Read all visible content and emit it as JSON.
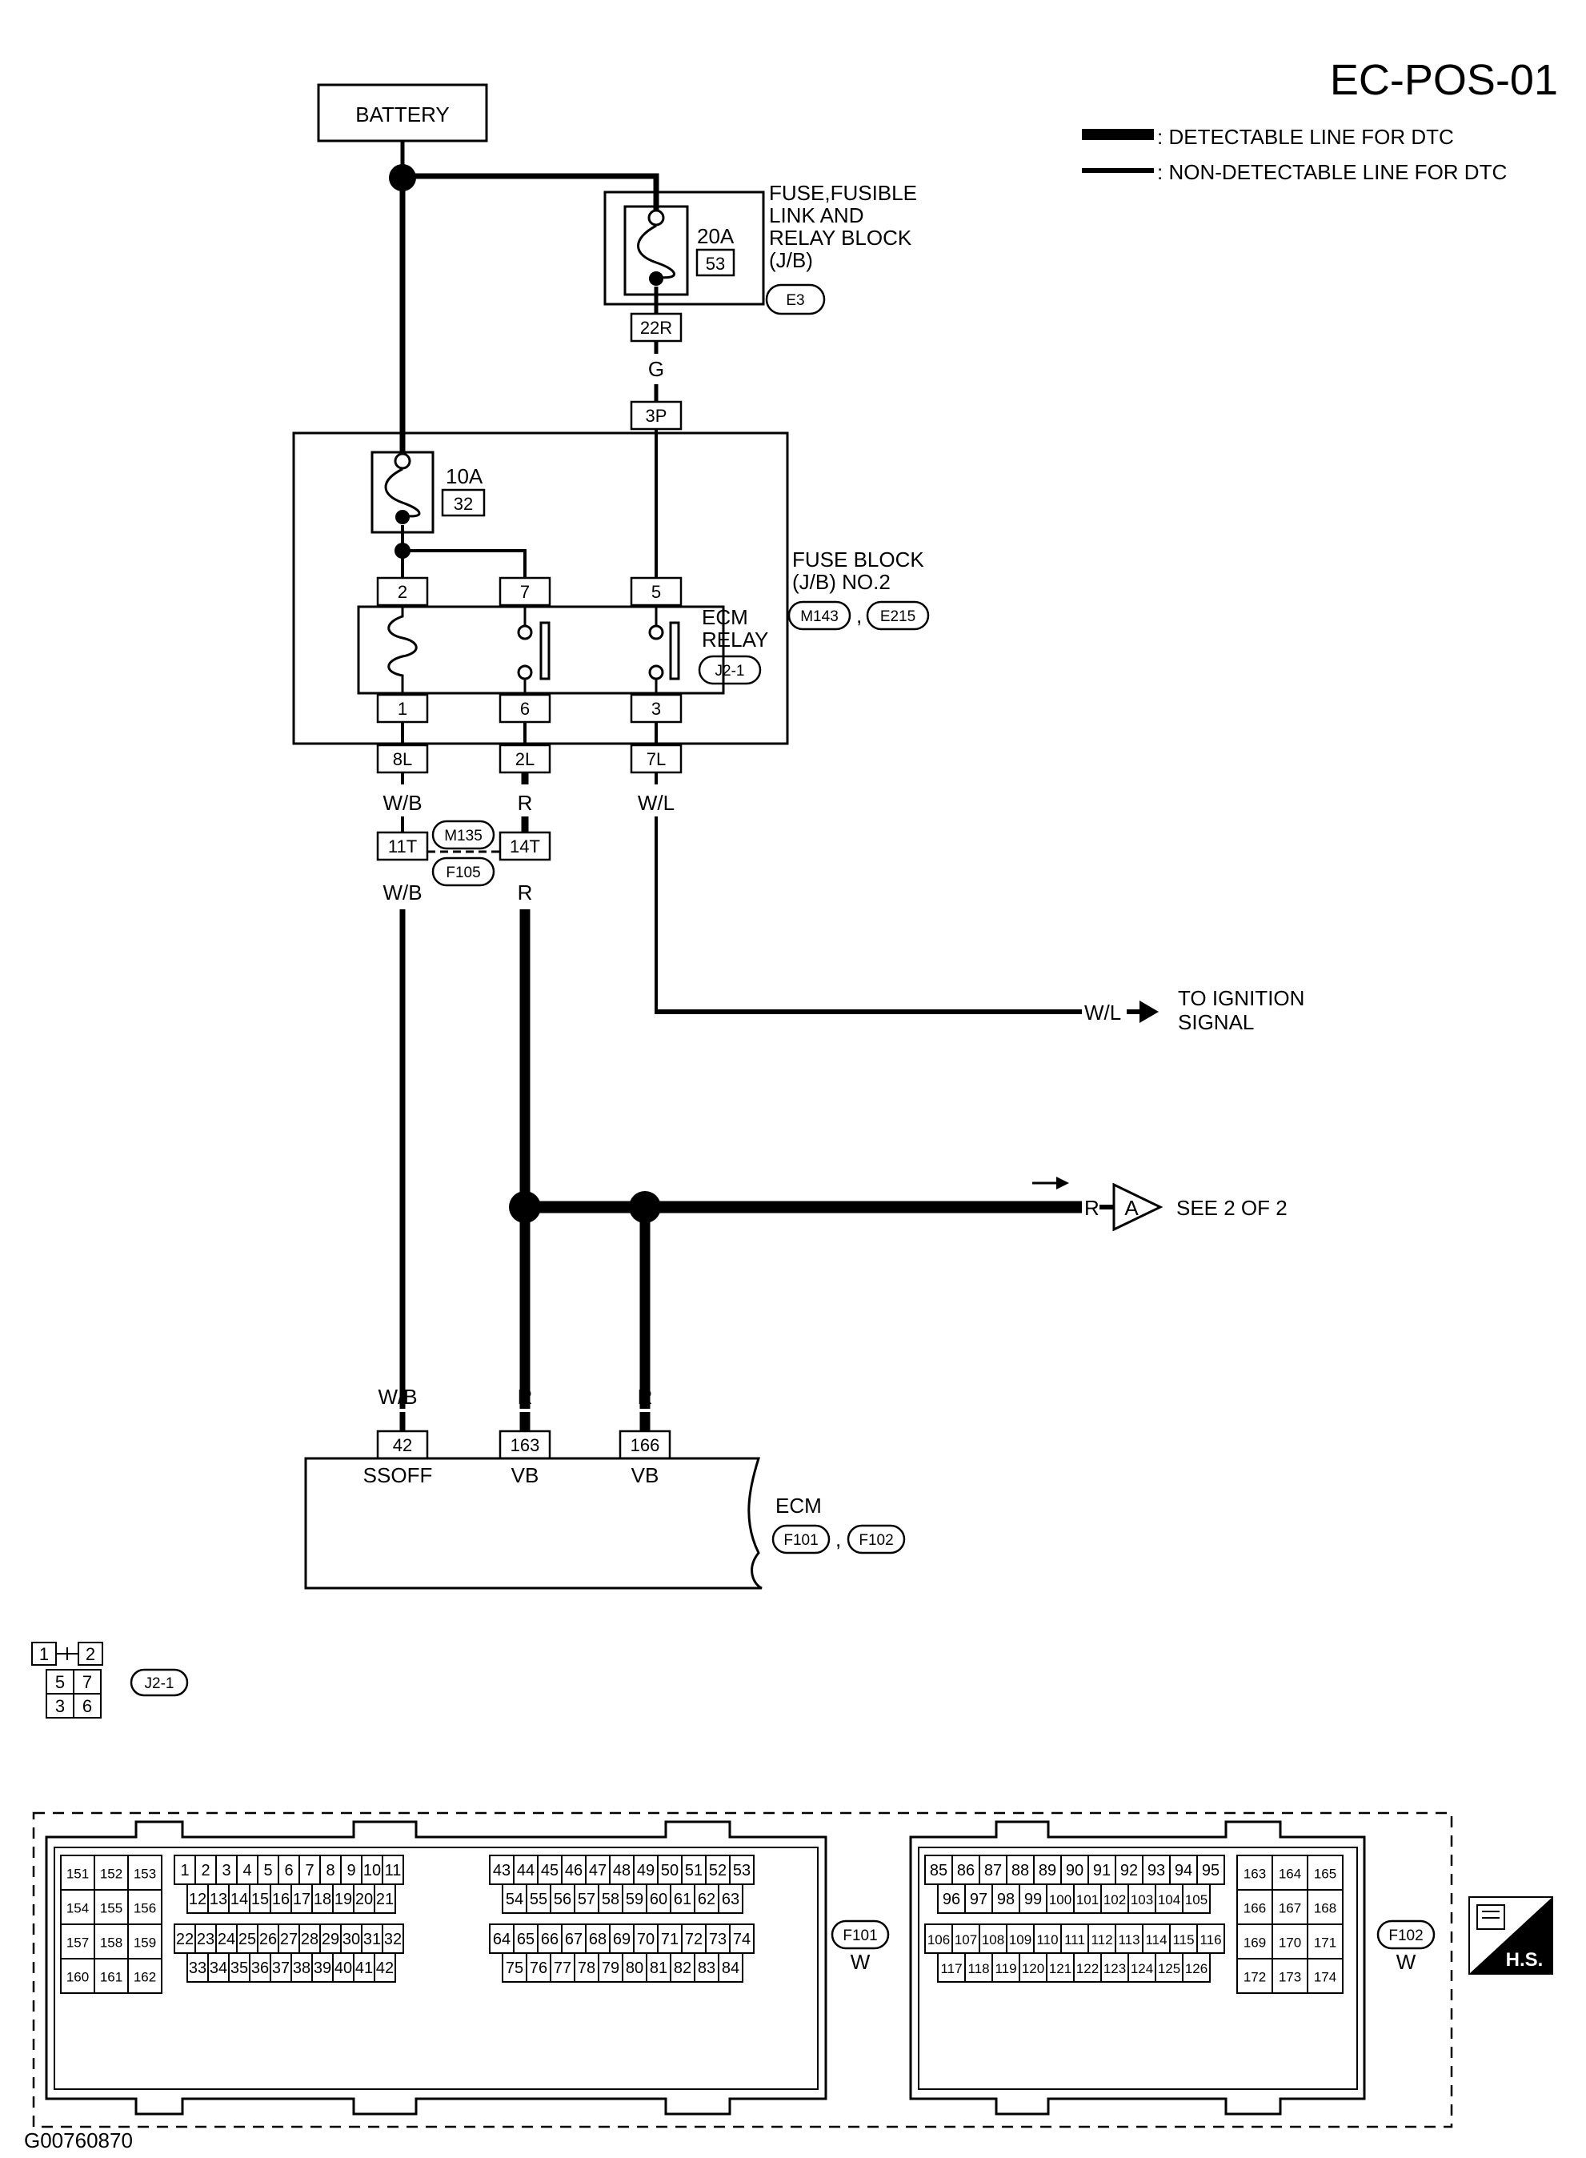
{
  "page_id": "EC-POS-01",
  "legend": {
    "detectable": ": DETECTABLE LINE FOR DTC",
    "non_detectable": ": NON-DETECTABLE LINE FOR DTC"
  },
  "battery": "BATTERY",
  "fusible_block": {
    "name_lines": [
      "FUSE,FUSIBLE",
      "LINK AND",
      "RELAY BLOCK",
      "(J/B)"
    ],
    "fuse_rating": "20A",
    "fuse_number": "53",
    "connector": "E3",
    "terminal": "22R"
  },
  "wire_g": "G",
  "fuse_block2": {
    "name_lines": [
      "FUSE BLOCK",
      "(J/B) NO.2"
    ],
    "connectors": [
      "M143",
      "E215"
    ],
    "terminal_in": "3P",
    "fuse_rating": "10A",
    "fuse_number": "32"
  },
  "ecm_relay": {
    "name_lines": [
      "ECM",
      "RELAY"
    ],
    "connector": "J2-1",
    "top_pins": [
      "2",
      "7",
      "5"
    ],
    "bottom_pins": [
      "1",
      "6",
      "3"
    ]
  },
  "block_out_terminals": [
    "8L",
    "2L",
    "7L"
  ],
  "wires_upper": [
    "W/B",
    "R",
    "W/L"
  ],
  "joint": {
    "terminals": [
      "11T",
      "14T"
    ],
    "connectors": [
      "M135",
      "F105"
    ]
  },
  "wires_lower": [
    "W/B",
    "R"
  ],
  "ignition": {
    "wire": "W/L",
    "text_lines": [
      "TO IGNITION",
      "SIGNAL"
    ]
  },
  "see_other": {
    "wire": "R",
    "ref": "A",
    "text": "SEE 2 OF 2"
  },
  "ecm": {
    "name": "ECM",
    "connectors": [
      "F101",
      "F102"
    ],
    "wires": [
      "W/B",
      "R",
      "R"
    ],
    "pins": [
      "42",
      "163",
      "166"
    ],
    "pin_names": [
      "SSOFF",
      "VB",
      "VB"
    ]
  },
  "relay_connector_view": {
    "id": "J2-1",
    "cells": [
      "1",
      "2",
      "5",
      "7",
      "3",
      "6"
    ]
  },
  "connector_f101": {
    "id": "F101",
    "color": "W",
    "left_cols": [
      [
        "151",
        "154",
        "157",
        "160"
      ],
      [
        "152",
        "155",
        "158",
        "161"
      ],
      [
        "153",
        "156",
        "159",
        "162"
      ]
    ],
    "row1a": [
      "1",
      "2",
      "3",
      "4",
      "5",
      "6",
      "7",
      "8",
      "9",
      "10",
      "11"
    ],
    "row1b": [
      "43",
      "44",
      "45",
      "46",
      "47",
      "48",
      "49",
      "50",
      "51",
      "52",
      "53"
    ],
    "row2a": [
      "12",
      "13",
      "14",
      "15",
      "16",
      "17",
      "18",
      "19",
      "20",
      "21"
    ],
    "row2b": [
      "54",
      "55",
      "56",
      "57",
      "58",
      "59",
      "60",
      "61",
      "62",
      "63"
    ],
    "row3a": [
      "22",
      "23",
      "24",
      "25",
      "26",
      "27",
      "28",
      "29",
      "30",
      "31",
      "32"
    ],
    "row3b": [
      "64",
      "65",
      "66",
      "67",
      "68",
      "69",
      "70",
      "71",
      "72",
      "73",
      "74"
    ],
    "row4a": [
      "33",
      "34",
      "35",
      "36",
      "37",
      "38",
      "39",
      "40",
      "41",
      "42"
    ],
    "row4b": [
      "75",
      "76",
      "77",
      "78",
      "79",
      "80",
      "81",
      "82",
      "83",
      "84"
    ]
  },
  "connector_f102": {
    "id": "F102",
    "color": "W",
    "row1": [
      "85",
      "86",
      "87",
      "88",
      "89",
      "90",
      "91",
      "92",
      "93",
      "94",
      "95"
    ],
    "row2": [
      "96",
      "97",
      "98",
      "99",
      "100",
      "101",
      "102",
      "103",
      "104",
      "105"
    ],
    "row3": [
      "106",
      "107",
      "108",
      "109",
      "110",
      "111",
      "112",
      "113",
      "114",
      "115",
      "116"
    ],
    "row4": [
      "117",
      "118",
      "119",
      "120",
      "121",
      "122",
      "123",
      "124",
      "125",
      "126"
    ],
    "right_cols": [
      [
        "163",
        "166",
        "169",
        "172"
      ],
      [
        "164",
        "167",
        "170",
        "173"
      ],
      [
        "165",
        "168",
        "171",
        "174"
      ]
    ]
  },
  "hs_badge": "H.S.",
  "figure_code": "G00760870"
}
